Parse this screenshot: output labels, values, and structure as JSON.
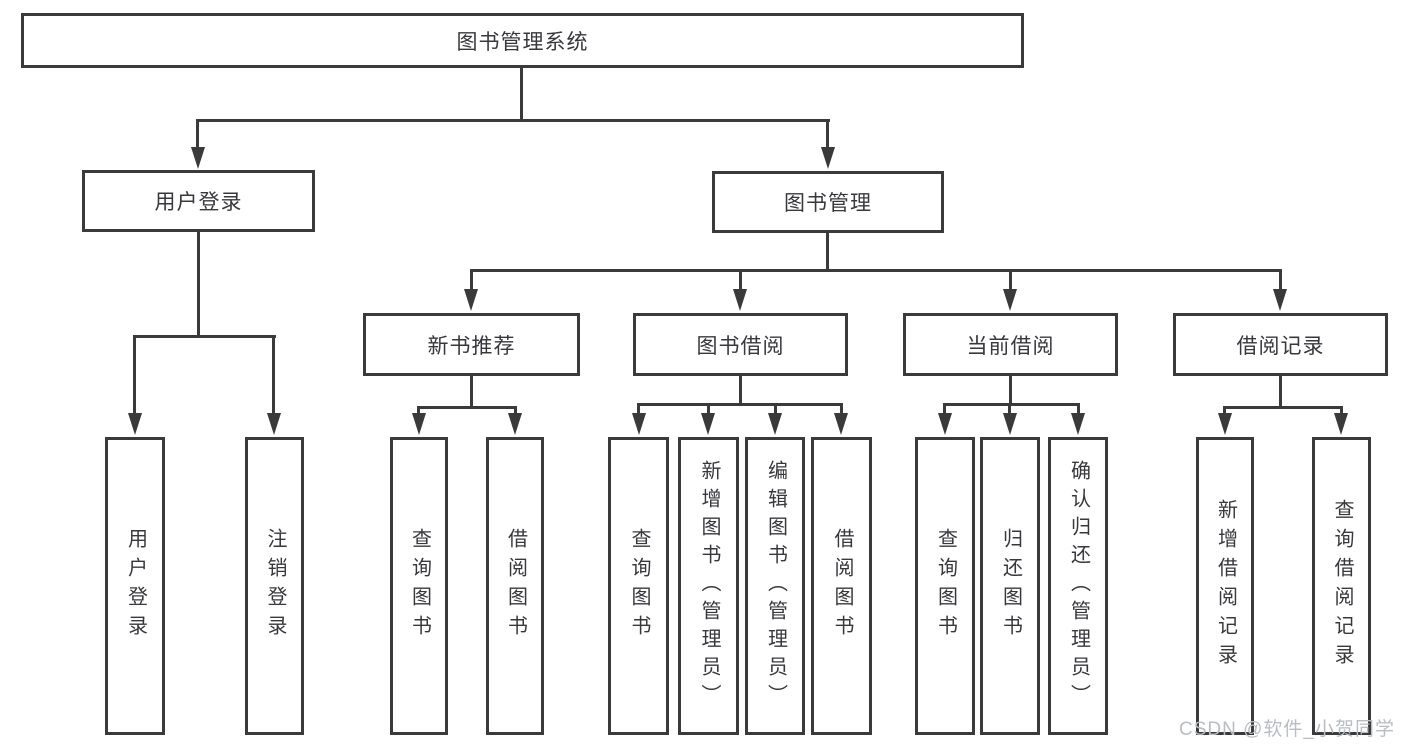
{
  "diagram": {
    "root": {
      "label": "图书管理系统",
      "children": [
        {
          "label": "用户登录",
          "children": [
            {
              "label": "用户登录"
            },
            {
              "label": "注销登录"
            }
          ]
        },
        {
          "label": "图书管理",
          "children": [
            {
              "label": "新书推荐",
              "children": [
                {
                  "label": "查询图书"
                },
                {
                  "label": "借阅图书"
                }
              ]
            },
            {
              "label": "图书借阅",
              "children": [
                {
                  "label": "查询图书"
                },
                {
                  "label": "新增图书（管理员）"
                },
                {
                  "label": "编辑图书（管理员）"
                },
                {
                  "label": "借阅图书"
                }
              ]
            },
            {
              "label": "当前借阅",
              "children": [
                {
                  "label": "查询图书"
                },
                {
                  "label": "归还图书"
                },
                {
                  "label": "确认归还（管理员）"
                }
              ]
            },
            {
              "label": "借阅记录",
              "children": [
                {
                  "label": "新增借阅记录"
                },
                {
                  "label": "查询借阅记录"
                }
              ]
            }
          ]
        }
      ]
    }
  },
  "watermark": "CSDN @软件_小贺同学",
  "colors": {
    "line": "#3a3a3a",
    "text": "#38383c",
    "watermark": "#b9bcc2",
    "background": "#ffffff"
  }
}
